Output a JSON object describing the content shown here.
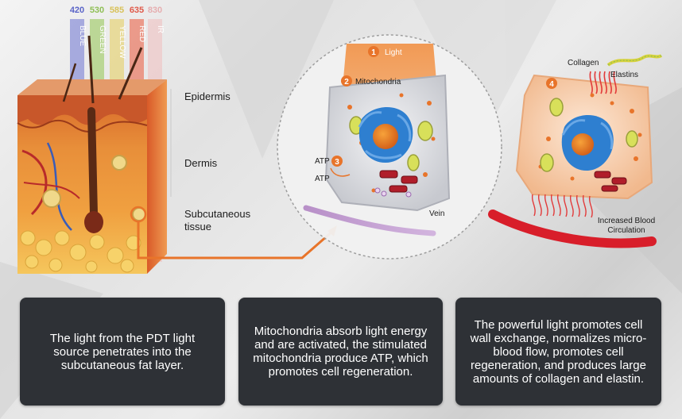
{
  "wavelengths": [
    {
      "nm": "420",
      "name": "BLUE",
      "color": "#5a64c8",
      "fill": "#8a90d8"
    },
    {
      "nm": "530",
      "name": "GREEN",
      "color": "#8fbf55",
      "fill": "#a8cf74"
    },
    {
      "nm": "585",
      "name": "YELLOW",
      "color": "#d9c25a",
      "fill": "#e6d47c"
    },
    {
      "nm": "635",
      "name": "RED",
      "color": "#e05a4a",
      "fill": "#ea7a64"
    },
    {
      "nm": "830",
      "name": "IR",
      "color": "#e6aeb0",
      "fill": "#efc8c8"
    }
  ],
  "skin_layers": {
    "epidermis": "Epidermis",
    "dermis": "Dermis",
    "subcutaneous": "Subcutaneous tissue"
  },
  "cell_diagram": {
    "step1": {
      "num": "1",
      "label": "Light"
    },
    "step2": {
      "num": "2",
      "label": "Mitochondria"
    },
    "step3": {
      "num": "3",
      "label_top": "ATP",
      "label_bottom": "ATP"
    },
    "vein": "Vein"
  },
  "cell_result": {
    "step4": {
      "num": "4"
    },
    "collagen": "Collagen",
    "elastins": "Elastins",
    "circulation": "Increased Blood Circulation"
  },
  "captions": [
    "The light from the PDT light source penetrates into the subcutaneous fat layer.",
    "Mitochondria absorb light energy and are activated, the stimulated mitochondria produce ATP, which promotes cell regeneration.",
    "The powerful light promotes cell wall exchange, normalizes micro-blood flow, promotes cell regeneration, and produces large amounts of collagen and elastin."
  ],
  "colors": {
    "accent_orange": "#e8742a",
    "caption_bg": "#2e3136",
    "mito_blue": "#2e7fd0"
  }
}
